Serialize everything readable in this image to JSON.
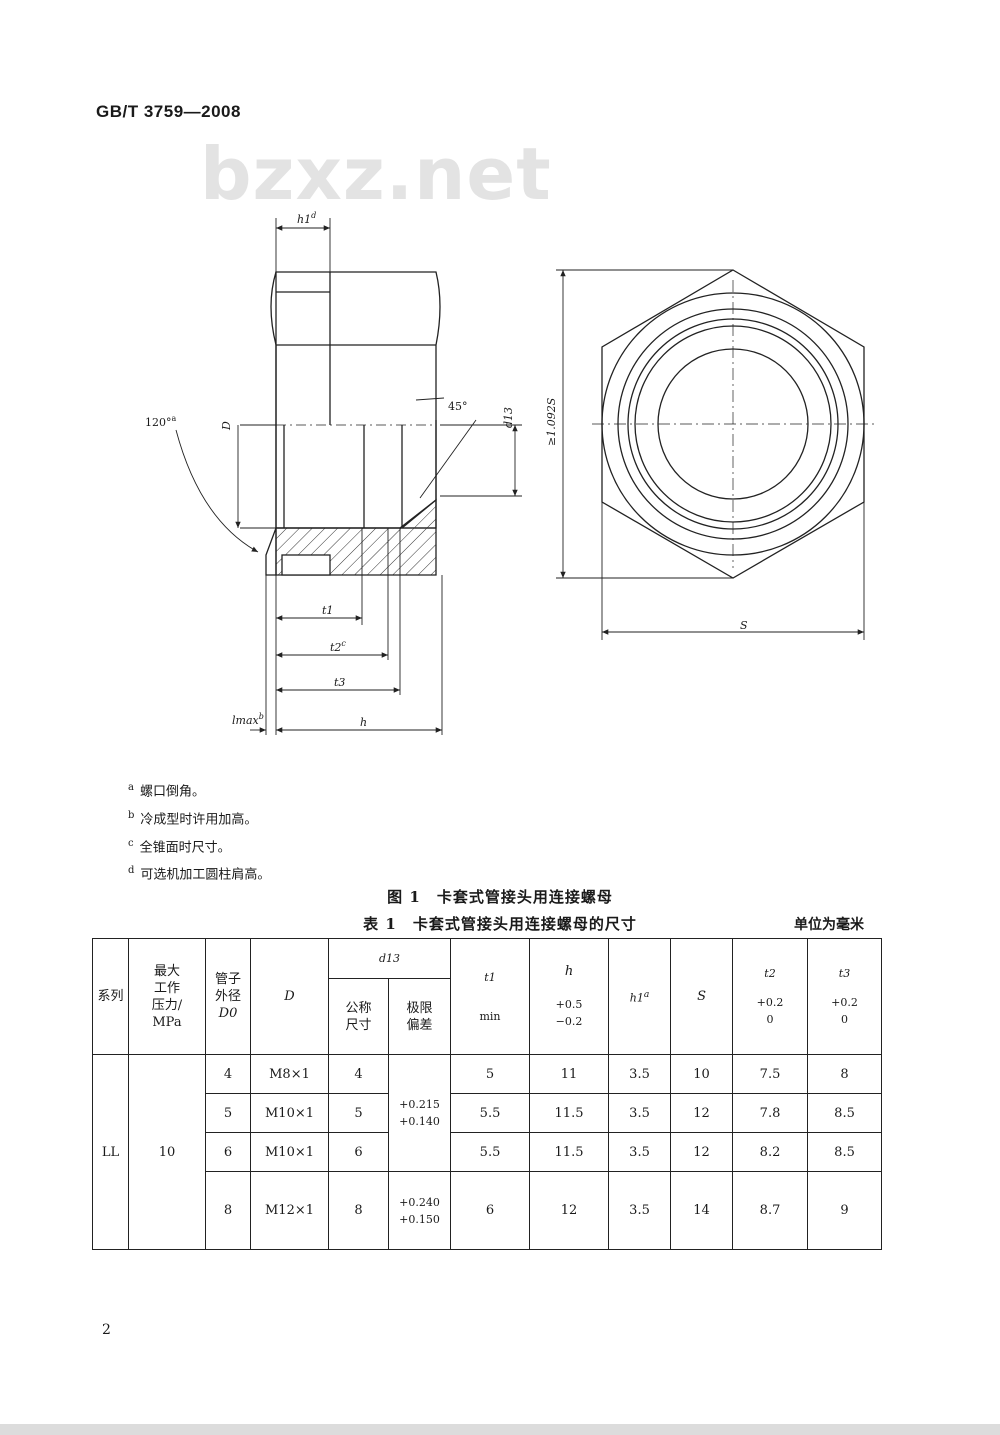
{
  "header": {
    "standard_code": "GB/T 3759—2008"
  },
  "watermark": {
    "text": "bzxz.net"
  },
  "figure": {
    "labels": {
      "h1": "h1",
      "h1_sup": "d",
      "angle_120": "120°",
      "angle_120_sup": "a",
      "D": "D",
      "angle_45": "45°",
      "d13": "d13",
      "t1": "t1",
      "t2": "t2",
      "t2_sup": "c",
      "t3": "t3",
      "lmax": "lmax",
      "lmax_sup": "b",
      "h": "h",
      "across_corners": "≥1.092S",
      "S": "S"
    },
    "notes": [
      {
        "marker": "a",
        "text": "螺口倒角。"
      },
      {
        "marker": "b",
        "text": "冷成型时许用加高。"
      },
      {
        "marker": "c",
        "text": "全锥面时尺寸。"
      },
      {
        "marker": "d",
        "text": "可选机加工圆柱肩高。"
      }
    ],
    "caption": "图 1　卡套式管接头用连接螺母"
  },
  "table": {
    "caption": "表 1　卡套式管接头用连接螺母的尺寸",
    "unit": "单位为毫米",
    "headers": {
      "series": "系列",
      "max_pressure": [
        "最大",
        "工作",
        "压力/",
        "MPa"
      ],
      "tube_od": [
        "管子",
        "外径",
        "D0"
      ],
      "D": "D",
      "d13": "d13",
      "d13_nominal": [
        "公称",
        "尺寸"
      ],
      "d13_tolerance": [
        "极限",
        "偏差"
      ],
      "t1": "t1",
      "t1_note": "min",
      "h": "h",
      "h_tol": [
        "+0.5",
        "−0.2"
      ],
      "h1": "h1",
      "h1_sup": "a",
      "S": "S",
      "t2": "t2",
      "t2_tol": [
        "+0.2",
        "0"
      ],
      "t3": "t3",
      "t3_tol": [
        "+0.2",
        "0"
      ]
    },
    "series": "LL",
    "max_pressure": "10",
    "rows": [
      {
        "D0": "4",
        "D": "M8×1",
        "d13_nominal": "4",
        "t1": "5",
        "h": "11",
        "h1": "3.5",
        "S": "10",
        "t2": "7.5",
        "t3": "8"
      },
      {
        "D0": "5",
        "D": "M10×1",
        "d13_nominal": "5",
        "t1": "5.5",
        "h": "11.5",
        "h1": "3.5",
        "S": "12",
        "t2": "7.8",
        "t3": "8.5"
      },
      {
        "D0": "6",
        "D": "M10×1",
        "d13_nominal": "6",
        "t1": "5.5",
        "h": "11.5",
        "h1": "3.5",
        "S": "12",
        "t2": "8.2",
        "t3": "8.5"
      },
      {
        "D0": "8",
        "D": "M12×1",
        "d13_nominal": "8",
        "t1": "6",
        "h": "12",
        "h1": "3.5",
        "S": "14",
        "t2": "8.7",
        "t3": "9"
      }
    ],
    "tolerance_groups": [
      [
        "+0.215",
        "+0.140"
      ],
      [
        "+0.240",
        "+0.150"
      ]
    ]
  },
  "footer": {
    "page_number": "2"
  }
}
